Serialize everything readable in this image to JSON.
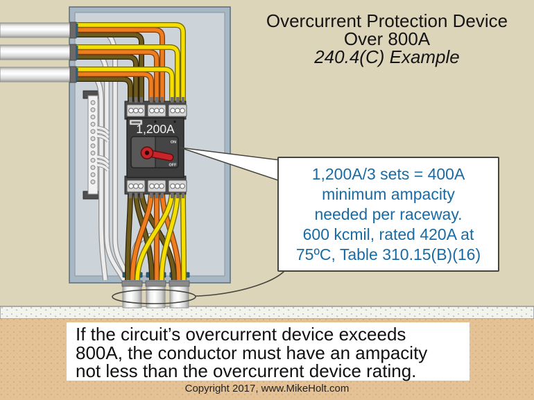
{
  "title": {
    "line1": "Overcurrent Protection Device",
    "line2": "Over 800A",
    "line3": "240.4(C) Example"
  },
  "breaker": {
    "rating": "1,200A",
    "switch_on": "ON",
    "switch_off": "OFF"
  },
  "callout": {
    "line1": "1,200A/3 sets = 400A",
    "line2": "minimum ampacity",
    "line3": "needed per raceway.",
    "line4": "600 kcmil, rated 420A at",
    "line5": "75ºC, Table 310.15(B)(16)"
  },
  "note": {
    "line1": "If the circuit’s overcurrent device exceeds",
    "line2": "800A, the conductor must have an ampacity",
    "line3": "not less than the overcurrent device rating."
  },
  "footer": {
    "copyright": "Copyright 2017, www.MikeHolt.com"
  },
  "colors": {
    "background": "#dcd5ba",
    "sand": "#e4c295",
    "concrete": "#f4f4ef",
    "panel_frame": "#a7b8c4",
    "panel_interior": "#ccd4da",
    "callout_text": "#1a6ba3",
    "breaker_handle_red": "#c8242a",
    "wire_yellow": "#f6de00",
    "wire_orange": "#ee7d1f",
    "wire_olive": "#6f5a1e"
  }
}
